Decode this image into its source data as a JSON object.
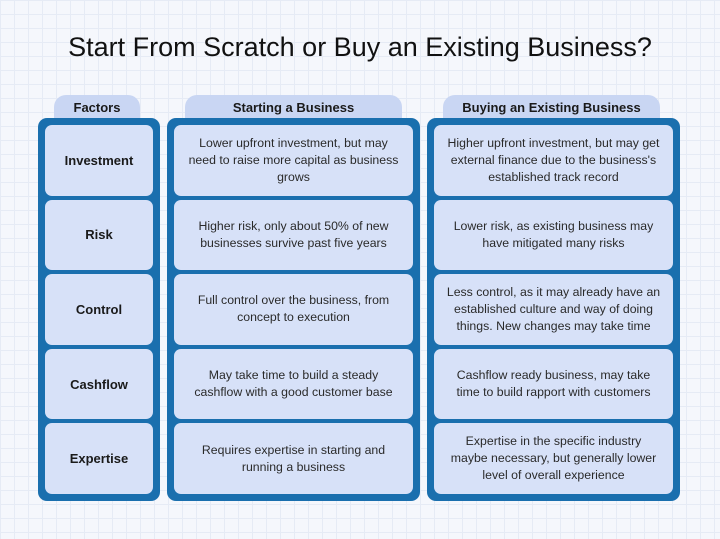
{
  "title": "Start From Scratch or Buy an Existing Business?",
  "headers": {
    "factors": "Factors",
    "starting": "Starting a Business",
    "buying": "Buying an Existing Business"
  },
  "factors": [
    "Investment",
    "Risk",
    "Control",
    "Cashflow",
    "Expertise"
  ],
  "starting": [
    "Lower upfront investment, but may need to raise more capital as business grows",
    "Higher risk, only about 50% of new businesses survive past five years",
    "Full control over the business, from concept to execution",
    "May take time to build a steady cashflow with a good customer base",
    "Requires expertise in starting and running a business"
  ],
  "buying": [
    "Higher upfront investment, but may get external finance due to the business's established track record",
    "Lower risk, as existing business may have mitigated many risks",
    "Less control, as it may already have an established culture and way of doing things. New changes may take time",
    "Cashflow ready business, may take time to build rapport with customers",
    "Expertise in the specific industry maybe necessary, but generally lower level of overall experience"
  ],
  "colors": {
    "frame": "#1a6fae",
    "cell": "#d7e1f8",
    "tab": "#c9d6f3"
  }
}
